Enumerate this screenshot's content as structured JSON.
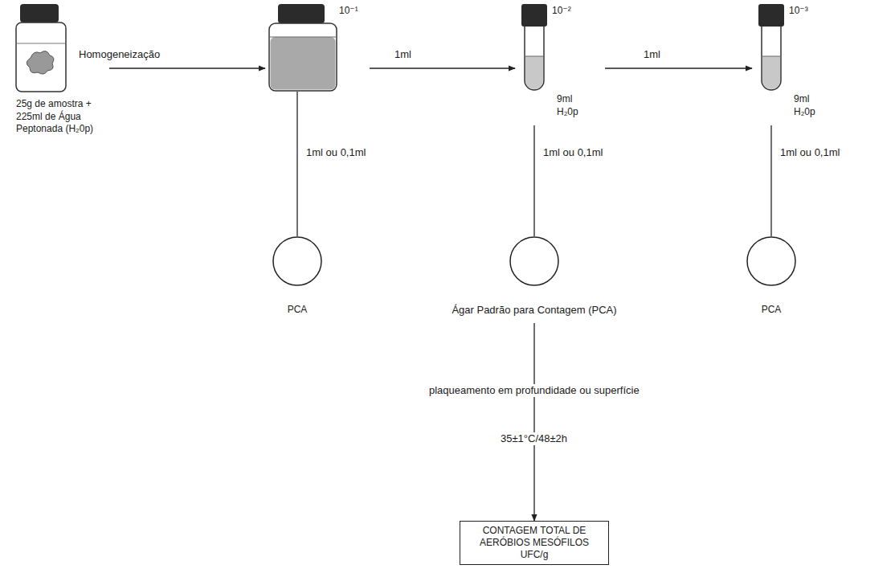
{
  "diagram": {
    "nodes": [
      {
        "text": [
          "25g de amostra + 225ml de Água Peptonada (H₂0p)"
        ]
      },
      {
        "text": [
          "10⁻¹"
        ]
      },
      {
        "text": [
          "10⁻²",
          "9ml H₂0p"
        ]
      },
      {
        "text": [
          "10⁻³",
          "9ml H₂0p"
        ]
      },
      {
        "text": [
          "PCA"
        ]
      },
      {
        "text": [
          "Ágar Padrão para Contagem (PCA)"
        ]
      },
      {
        "text": [
          "PCA"
        ]
      },
      {
        "text": [
          "CONTAGEM TOTAL DE AERÓBIOS MESÓFILOS UFC/g"
        ]
      }
    ],
    "edges": [
      {
        "from": 0,
        "to": 1,
        "arrow": "to",
        "label": "Homogeneização"
      },
      {
        "from": 1,
        "to": 2,
        "arrow": "to",
        "label": "1ml"
      },
      {
        "from": 2,
        "to": 3,
        "arrow": "to",
        "label": "1ml"
      },
      {
        "from": 1,
        "to": 4,
        "arrow": "none",
        "label": "1ml ou 0,1ml"
      },
      {
        "from": 2,
        "to": 5,
        "arrow": "none",
        "label": "1ml ou 0,1ml"
      },
      {
        "from": 3,
        "to": 6,
        "arrow": "none",
        "label": "1ml ou 0,1ml"
      },
      {
        "from": 5,
        "to": 7,
        "arrow": "to",
        "label": "plaqueamento em profundidade ou superfície"
      }
    ],
    "labels": [
      "35±1°C/48±2h"
    ]
  }
}
